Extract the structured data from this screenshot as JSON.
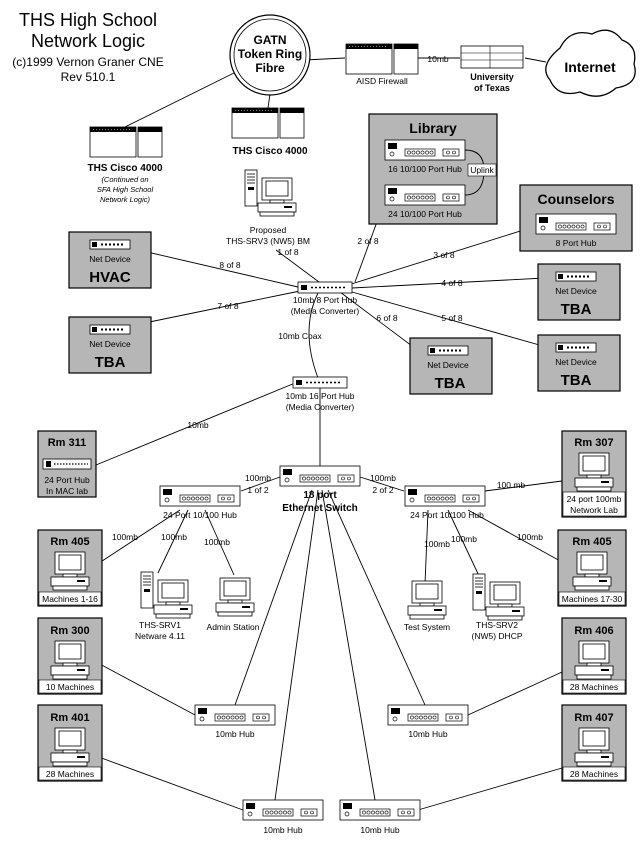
{
  "title": {
    "line1": "THS High School",
    "line2": "Network Logic",
    "line3": "(c)1999 Vernon Graner CNE",
    "line4": "Rev 510.1"
  },
  "ring": {
    "l1": "GATN",
    "l2": "Token Ring",
    "l3": "Fibre"
  },
  "firewall": {
    "label": "AISD Firewall",
    "link": "10mb"
  },
  "ut": {
    "l1": "University",
    "l2": "of Texas"
  },
  "internet": "Internet",
  "cisco_left": {
    "label": "THS Cisco 4000",
    "note1": "(Continued on",
    "note2": "SFA High School",
    "note3": "Network Logic)"
  },
  "cisco_center": {
    "label": "THS Cisco 4000"
  },
  "srv3": {
    "l1": "Proposed",
    "l2": "THS-SRV3 (NW5) BM",
    "port": "1 of 8"
  },
  "library": {
    "title": "Library",
    "hub1": "16 10/100 Port Hub",
    "hub2": "24 10/100 Port Hub",
    "uplink": "Uplink",
    "port": "2 of 8"
  },
  "counselors": {
    "title": "Counselors",
    "hub": "8 Port Hub",
    "port": "3 of 8"
  },
  "hvac": {
    "device": "Net Device",
    "title": "HVAC",
    "port": "8 of 8"
  },
  "tba_left": {
    "device": "Net Device",
    "title": "TBA",
    "port": "7 of 8"
  },
  "tba_r1": {
    "device": "Net Device",
    "title": "TBA",
    "port": "4 of 8"
  },
  "tba_r2": {
    "device": "Net Device",
    "title": "TBA",
    "port": "5 of 8"
  },
  "tba_mid": {
    "device": "Net Device",
    "title": "TBA",
    "port": "6 of 8"
  },
  "hub8": {
    "l1": "10mb 8 Port Hub",
    "l2": "(Media Converter)"
  },
  "coax": "10mb Coax",
  "hub16": {
    "l1": "10mb 16 Port Hub",
    "l2": "(Media Converter)"
  },
  "link10mb": "10mb",
  "rm311": {
    "room": "Rm 311",
    "l1": "24 Port Hub",
    "l2": "In MAC lab"
  },
  "switch": {
    "l1": "18 port",
    "l2": "Ethernet Switch",
    "left_speed": "100mb",
    "left_port": "1 of 2",
    "right_speed": "100mb",
    "right_port": "2 of 2"
  },
  "hub_l": {
    "label": "24 Port 10/100 Hub"
  },
  "hub_r": {
    "label": "24 Port 10/100 Hub"
  },
  "rm307": {
    "room": "Rm 307",
    "l1": "24 port 100mb",
    "l2": "Network Lab",
    "link": "100 mb"
  },
  "rm405l": {
    "room": "Rm 405",
    "label": "Machines 1-16",
    "link": "100mb"
  },
  "rm405r": {
    "room": "Rm 405",
    "label": "Machines 17-30",
    "link": "100mb"
  },
  "srv1": {
    "l1": "THS-SRV1",
    "l2": "Netware  4.11",
    "link": "100mb"
  },
  "admin": {
    "label": "Admin Station",
    "link": "100mb"
  },
  "test": {
    "label": "Test System",
    "link": "100mb"
  },
  "srv2": {
    "l1": "THS-SRV2",
    "l2": "(NW5) DHCP",
    "link": "100mb"
  },
  "rm300": {
    "room": "Rm 300",
    "label": "10 Machines"
  },
  "rm406": {
    "room": "Rm 406",
    "label": "28 Machines"
  },
  "rm401": {
    "room": "Rm 401",
    "label": "28 Machines"
  },
  "rm407": {
    "room": "Rm 407",
    "label": "28 Machines"
  },
  "hub10": "10mb Hub"
}
